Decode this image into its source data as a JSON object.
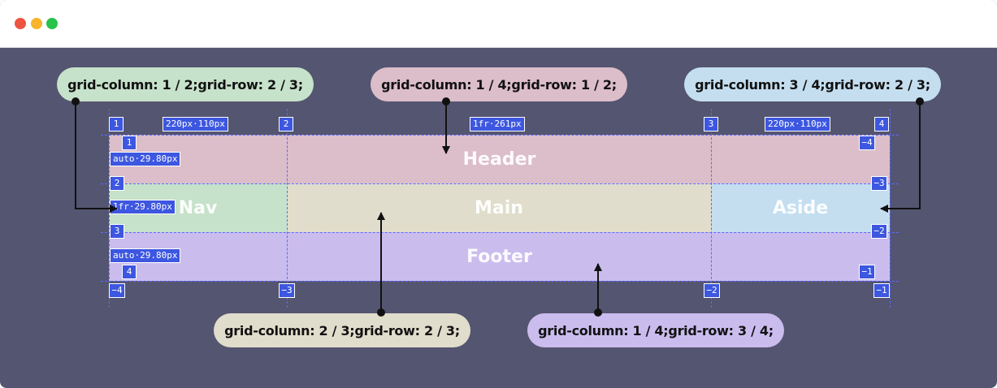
{
  "window": {
    "controls": [
      {
        "name": "close",
        "color": "#ee5340"
      },
      {
        "name": "minimize",
        "color": "#f7b52b"
      },
      {
        "name": "maximize",
        "color": "#29c24a"
      }
    ]
  },
  "areas": {
    "header": {
      "label": "Header",
      "color": "#dcbdca"
    },
    "nav": {
      "label": "Nav",
      "color": "#c6e2ca"
    },
    "main": {
      "label": "Main",
      "color": "#e1ddcc"
    },
    "aside": {
      "label": "Aside",
      "color": "#c4def0"
    },
    "footer": {
      "label": "Footer",
      "color": "#cabdee"
    }
  },
  "column_sizes": [
    "220px·110px",
    "1fr·261px",
    "220px·110px"
  ],
  "row_sizes": [
    "auto·29.80px",
    "1fr·29.80px",
    "auto·29.80px"
  ],
  "column_numbers_top": [
    "1",
    "2",
    "3",
    "4"
  ],
  "column_numbers_bottom": [
    "−4",
    "−3",
    "−2",
    "−1"
  ],
  "row_numbers_left": [
    "1",
    "2",
    "3",
    "4"
  ],
  "row_numbers_right": [
    "−4",
    "−3",
    "−2",
    "−1"
  ],
  "callouts": {
    "nav": "grid-column: 1 / 2;grid-row: 2 / 3;",
    "header": "grid-column: 1 / 4;grid-row: 1 / 2;",
    "aside": "grid-column: 3 / 4;grid-row: 2 / 3;",
    "main": "grid-column: 2 / 3;grid-row: 2 / 3;",
    "footer": "grid-column: 1 / 4;grid-row: 3 / 4;"
  }
}
